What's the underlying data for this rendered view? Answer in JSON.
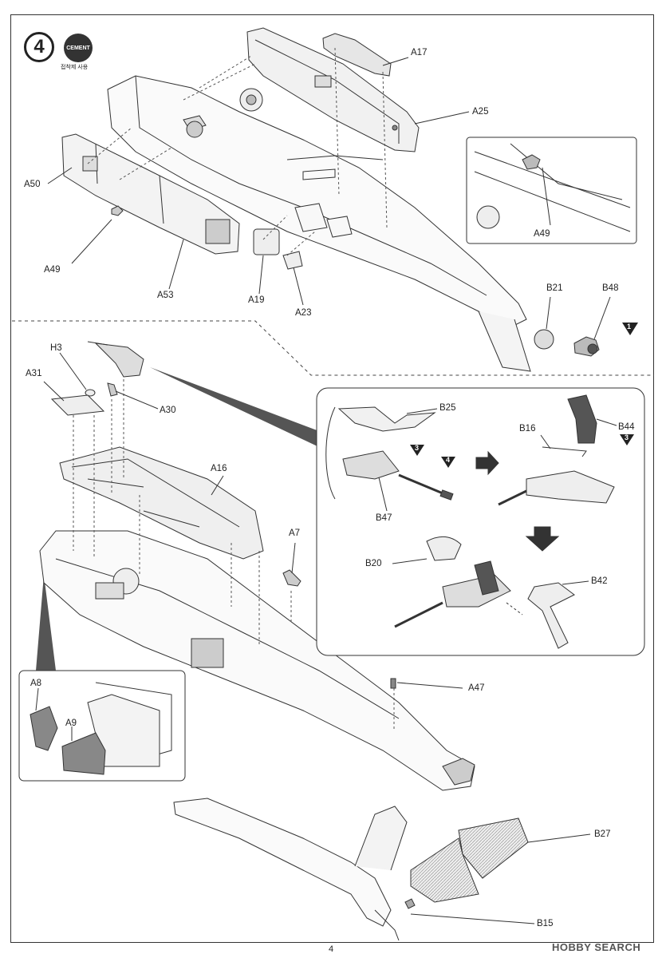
{
  "step": {
    "number": "4",
    "badge": "CEMENT",
    "badge_caption": "접착제 사용"
  },
  "labels": {
    "A17": "A17",
    "A25": "A25",
    "A50": "A50",
    "A49": "A49",
    "A49_inset": "A49",
    "A53": "A53",
    "A19": "A19",
    "A23": "A23",
    "B21": "B21",
    "B48": "B48",
    "H3": "H3",
    "A31": "A31",
    "A30": "A30",
    "A16": "A16",
    "A7": "A7",
    "B25": "B25",
    "B16": "B16",
    "B44": "B44",
    "B47": "B47",
    "B20": "B20",
    "B42": "B42",
    "A8": "A8",
    "A9": "A9",
    "A47": "A47",
    "B27": "B27",
    "B15": "B15"
  },
  "markers": {
    "m1": "1",
    "m3a": "3",
    "m4a": "4",
    "m3b": "3"
  },
  "footer": {
    "page_number": "4",
    "watermark": "HOBBY SEARCH"
  }
}
